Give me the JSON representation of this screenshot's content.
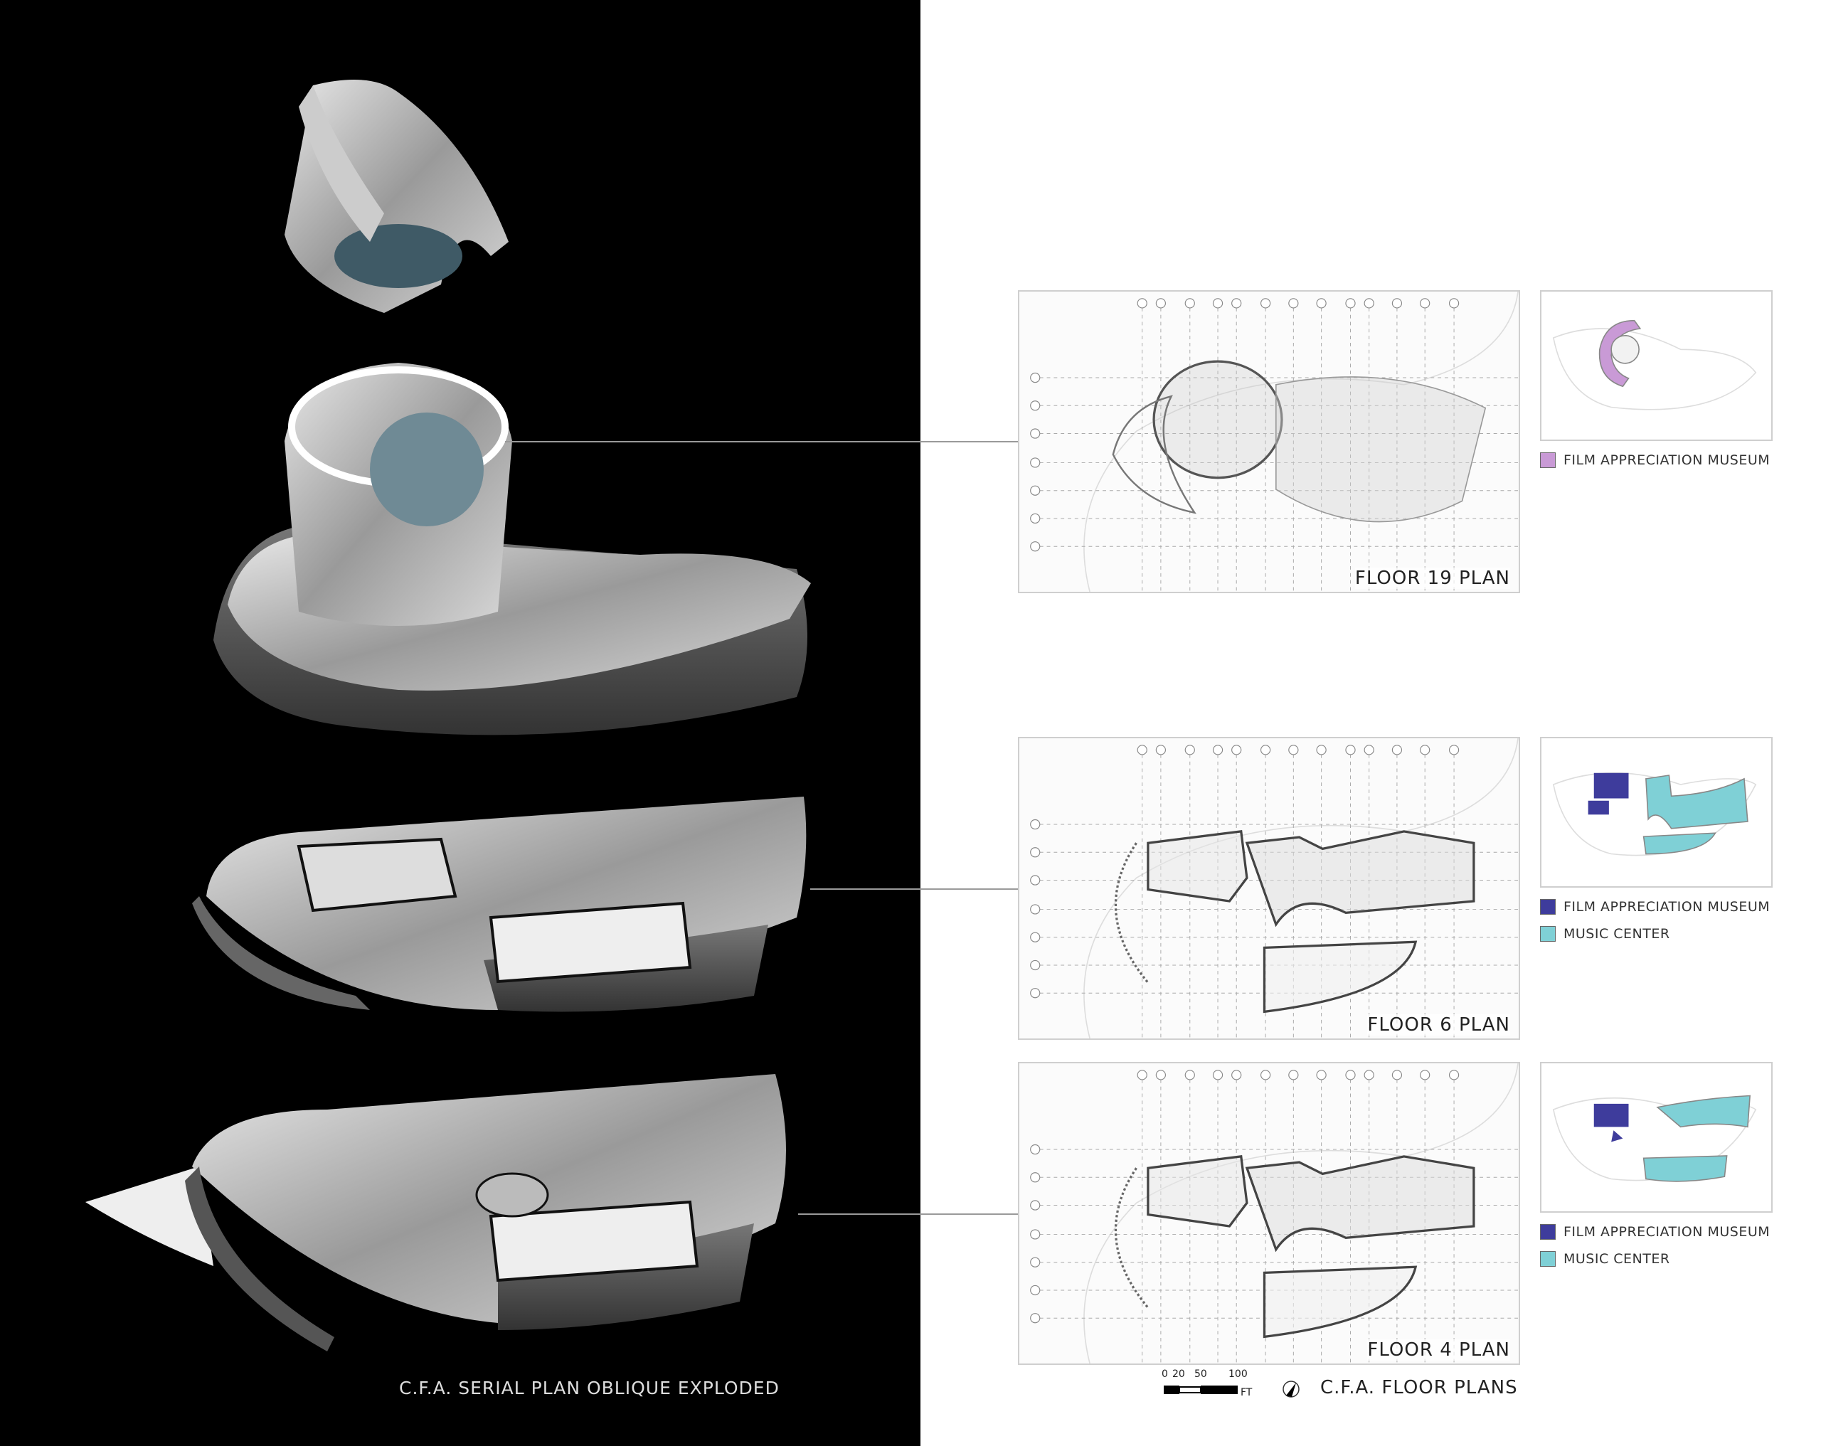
{
  "left_panel": {
    "caption": "C.F.A. SERIAL PLAN OBLIQUE EXPLODED"
  },
  "plans": [
    {
      "title": "FLOOR 19 PLAN",
      "legend": [
        {
          "label": "FILM APPRECIATION MUSEUM",
          "color": "#c99ad6"
        }
      ]
    },
    {
      "title": "FLOOR 6 PLAN",
      "legend": [
        {
          "label": "FILM APPRECIATION MUSEUM",
          "color": "#3e3c9c"
        },
        {
          "label": "MUSIC  CENTER",
          "color": "#7fd0d6"
        }
      ]
    },
    {
      "title": "FLOOR 4 PLAN",
      "legend": [
        {
          "label": "FILM APPRECIATION MUSEUM",
          "color": "#3e3c9c"
        },
        {
          "label": "MUSIC  CENTER",
          "color": "#7fd0d6"
        }
      ]
    }
  ],
  "scale_bar": {
    "ticks": [
      "0",
      "20",
      "50",
      "100"
    ],
    "unit": "FT"
  },
  "north_arrow": "north-arrow-icon",
  "plans_caption": "C.F.A. FLOOR PLANS"
}
